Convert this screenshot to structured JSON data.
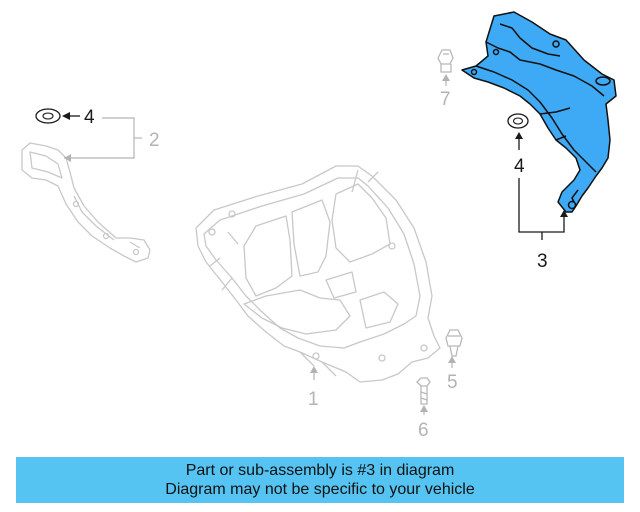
{
  "callouts": {
    "c1": "1",
    "c2": "2",
    "c3": "3",
    "c4_left": "4",
    "c4_right": "4",
    "c5": "5",
    "c6": "6",
    "c7": "7"
  },
  "banner": {
    "line1": "Part or sub-assembly is #3 in diagram",
    "line2": "Diagram may not be specific to your vehicle"
  },
  "colors": {
    "highlight": "#3ea9f5",
    "banner": "#55c4f2",
    "faded_line": "#c4c4c4"
  }
}
